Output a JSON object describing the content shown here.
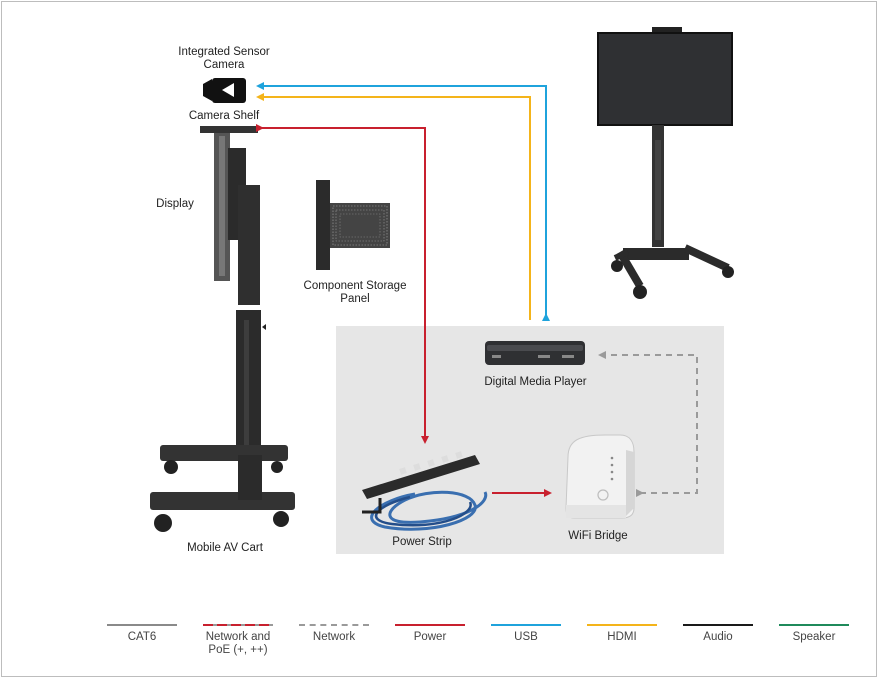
{
  "labels": {
    "camera": [
      "Integrated Sensor",
      "Camera"
    ],
    "camera_shelf": "Camera Shelf",
    "display": "Display",
    "component_panel": [
      "Component Storage",
      "Panel"
    ],
    "mobile_cart": "Mobile AV Cart",
    "media_player": "Digital Media Player",
    "power_strip": "Power Strip",
    "wifi_bridge": "WiFi Bridge"
  },
  "legend": [
    {
      "label": "CAT6",
      "color": "#8a8a8a",
      "style": "solid"
    },
    {
      "label": "Network and\nPoE (+, ++)",
      "color": "#c8202e",
      "style": "dash-red-gray"
    },
    {
      "label": "Network",
      "color": "#9a9a9a",
      "style": "dashed"
    },
    {
      "label": "Power",
      "color": "#c8202e",
      "style": "solid"
    },
    {
      "label": "USB",
      "color": "#1fa3dc",
      "style": "solid"
    },
    {
      "label": "HDMI",
      "color": "#f4b41a",
      "style": "solid"
    },
    {
      "label": "Audio",
      "color": "#1a1a1a",
      "style": "solid"
    },
    {
      "label": "Speaker",
      "color": "#1f8a5b",
      "style": "solid"
    }
  ],
  "colors": {
    "power": "#c8202e",
    "usb": "#1fa3dc",
    "hdmi": "#f4b41a",
    "network": "#9a9a9a",
    "zone": "#e6e6e6"
  },
  "icons": [
    "camera-icon"
  ]
}
